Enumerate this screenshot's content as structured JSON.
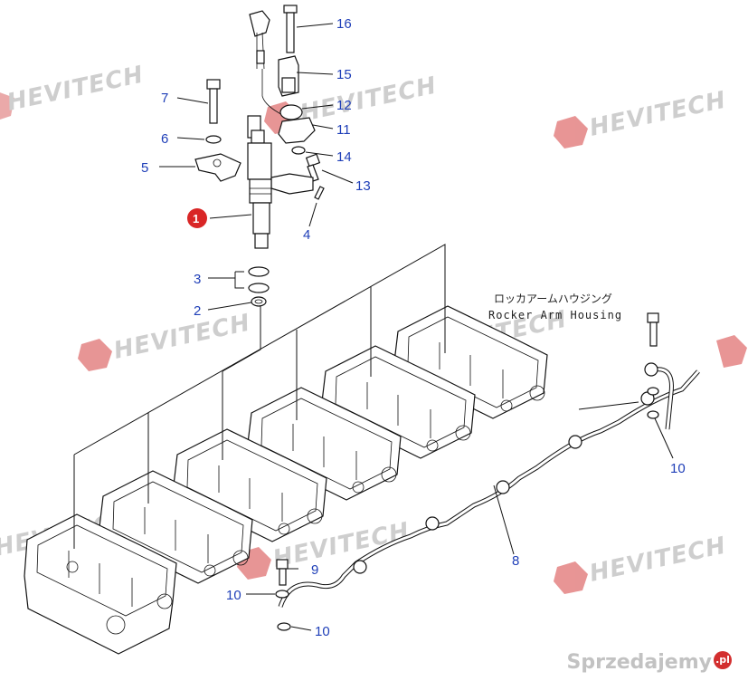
{
  "labels": {
    "rocker_jp": "ロッカアームハウジング",
    "rocker_en": "Rocker Arm Housing"
  },
  "callouts": [
    "1",
    "2",
    "3",
    "4",
    "5",
    "6",
    "7",
    "8",
    "9",
    "10",
    "11",
    "12",
    "13",
    "14",
    "15",
    "16"
  ],
  "watermark": {
    "text": "HEVITECH",
    "color": "#c9c9c9",
    "logo_color": "#e06a6a"
  },
  "site": {
    "name": "Sprzedajemy",
    "badge": ".pl"
  },
  "colors": {
    "callout": "#1f3fb8",
    "lines": "#111111",
    "highlight_marker": "#d92626"
  }
}
